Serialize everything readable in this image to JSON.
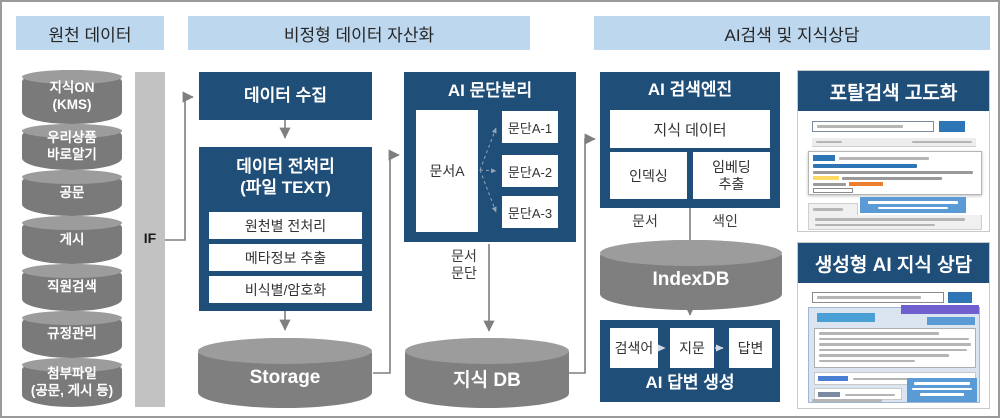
{
  "headers": {
    "source": "원천 데이터",
    "asset": "비정형 데이터 자산화",
    "search": "AI검색 및 지식상담"
  },
  "source_stack": {
    "items": [
      {
        "label": "지식ON\n(KMS)"
      },
      {
        "label": "우리상품\n바로알기"
      },
      {
        "label": "공문"
      },
      {
        "label": "게시"
      },
      {
        "label": "직원검색"
      },
      {
        "label": "규정관리"
      },
      {
        "label": "첨부파일\n(공문, 게시 등)"
      }
    ]
  },
  "if_bar": {
    "label": "IF"
  },
  "collect": {
    "title": "데이터 수집"
  },
  "preprocess": {
    "title": "데이터 전처리\n(파일 TEXT)",
    "steps": [
      "원천별 전처리",
      "메타정보 추출",
      "비식별/암호화"
    ]
  },
  "storage": {
    "label": "Storage"
  },
  "paragraph_split": {
    "title": "AI 문단분리",
    "document": "문서A",
    "parts": [
      "문단A-1",
      "문단A-2",
      "문단A-3"
    ]
  },
  "doc_para_label": {
    "text": "문서\n문단"
  },
  "knowledge_db": {
    "label": "지식 DB"
  },
  "search_engine": {
    "title": "AI 검색엔진",
    "knowledge_data": "지식 데이터",
    "indexing": "인덱싱",
    "embedding": "임베딩\n추출",
    "doc_label": "문서",
    "index_label": "색인"
  },
  "index_db": {
    "label": "IndexDB"
  },
  "answer_gen": {
    "title": "AI 답변 생성",
    "steps": [
      "검색어",
      "지문",
      "답변"
    ]
  },
  "thumbnails": {
    "portal": {
      "title": "포탈검색 고도화"
    },
    "genai": {
      "title": "생성형 AI 지식 상담"
    }
  },
  "colors": {
    "navy": "#1F4E79",
    "header_blue": "#BDD7EE",
    "cylinder_gray": "#7F7F7F",
    "cylinder_top_gray": "#9C9C9C",
    "if_bar_gray": "#C2C2C2",
    "connector_gray": "#7F7F7F",
    "callout_blue": "#5B9BD5",
    "button_blue": "#2E75B6",
    "highlight_yellow": "#FFD966",
    "highlight_orange": "#ED7D31",
    "callout_purple": "#6F5FCF"
  }
}
